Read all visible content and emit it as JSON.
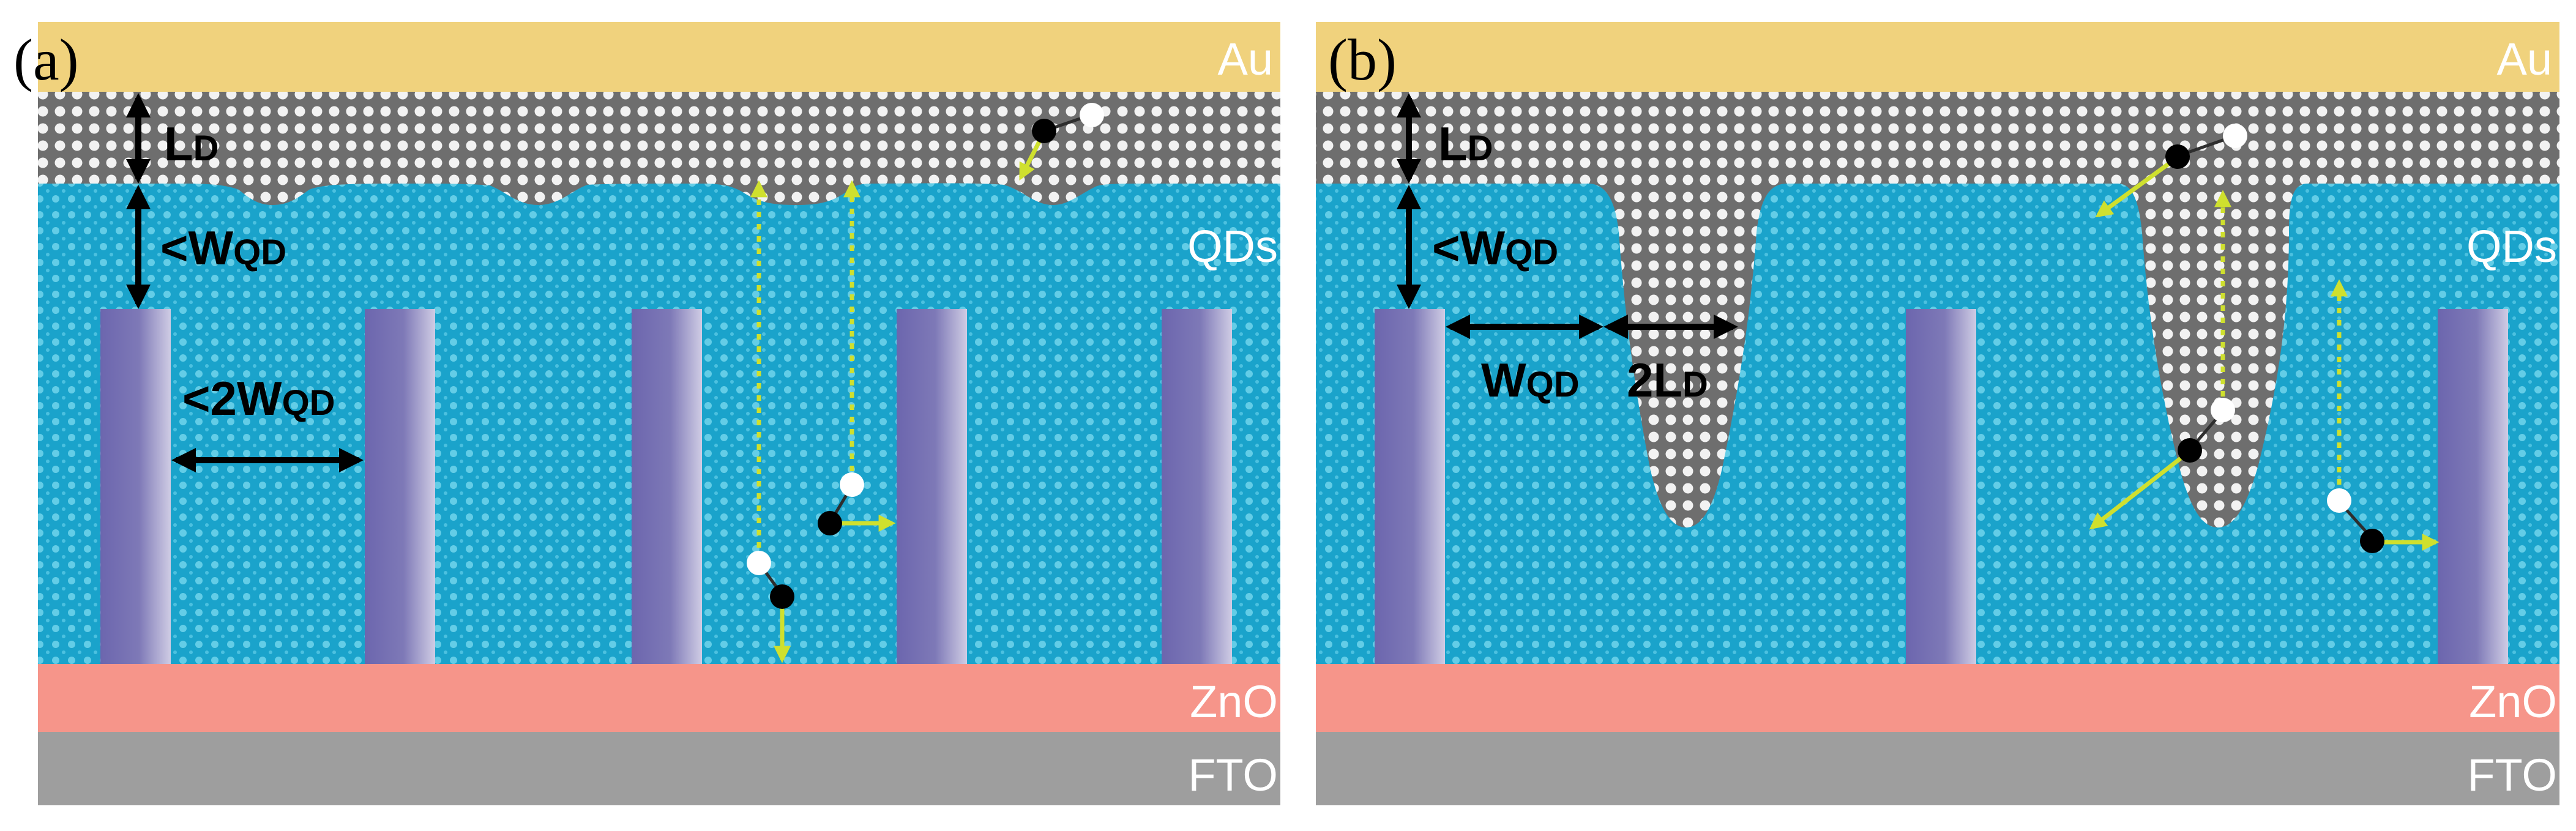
{
  "panels": [
    {
      "label": "(a)",
      "layers": {
        "top": "Au",
        "active": "QDs",
        "etl": "ZnO",
        "substrate": "FTO"
      },
      "dimensions": {
        "depletion": {
          "main": "L",
          "sub": "D"
        },
        "gap_to_rod_top": {
          "main": "<W",
          "sub": "QD"
        },
        "rod_spacing": {
          "main": "<2W",
          "sub": "QD"
        }
      }
    },
    {
      "label": "(b)",
      "layers": {
        "top": "Au",
        "active": "QDs",
        "etl": "ZnO",
        "substrate": "FTO"
      },
      "dimensions": {
        "depletion": {
          "main": "L",
          "sub": "D"
        },
        "gap_to_rod_top": {
          "main": "<W",
          "sub": "QD"
        },
        "rod_to_channel": {
          "main": "W",
          "sub": "QD"
        },
        "channel_width": {
          "main": "2L",
          "sub": "D"
        }
      }
    }
  ],
  "colors": {
    "gold": "#F0D27D",
    "qd_blue": "#1AA3CB",
    "depleted_gray": "#707070",
    "zno": "#F6958A",
    "fto": "#9E9E9E",
    "nanorod": "#6C66AE",
    "arrow_yellow": "#CFE02E"
  }
}
